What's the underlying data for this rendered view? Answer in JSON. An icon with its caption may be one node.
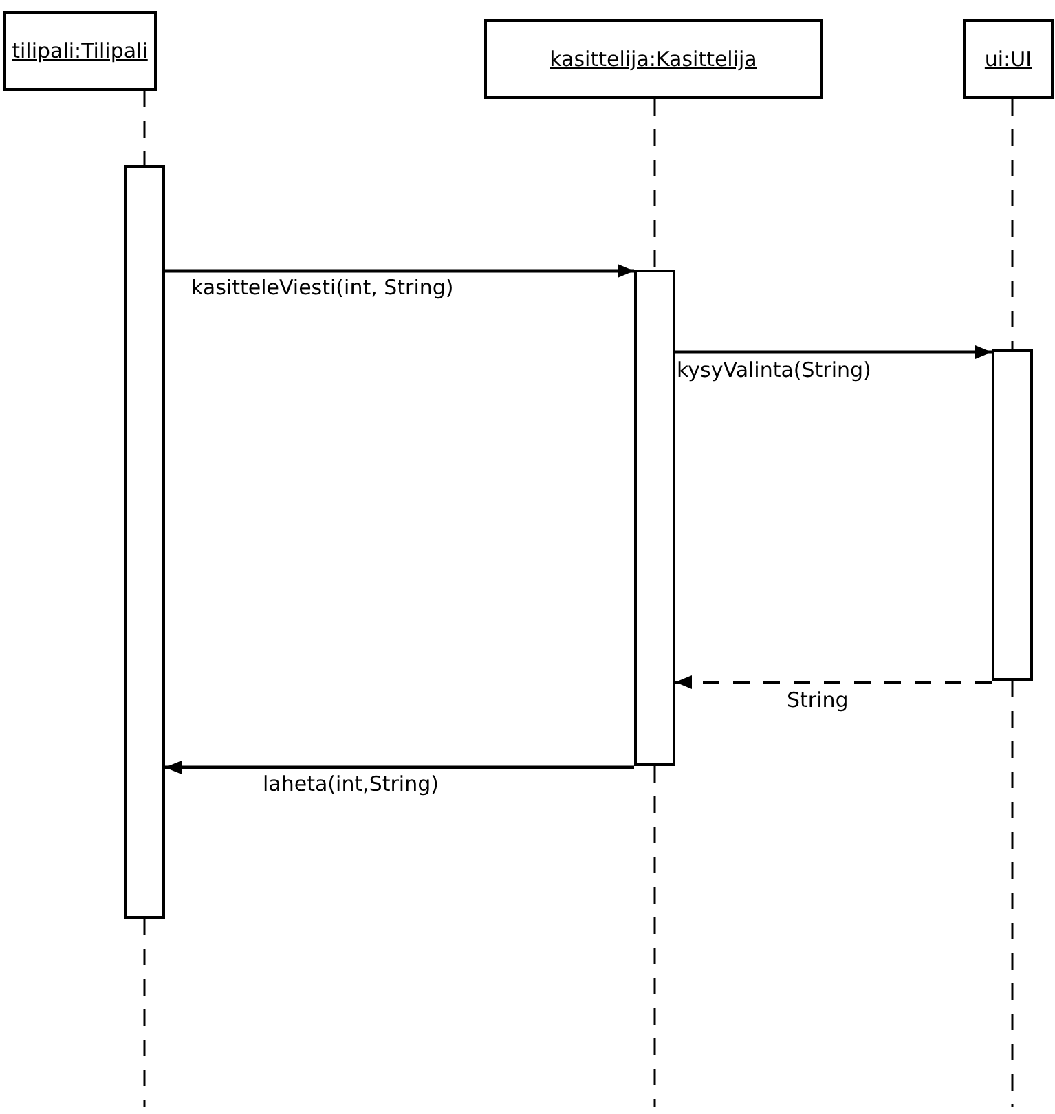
{
  "diagram": {
    "nodes": [
      {
        "text": [
          "tilipali:Tilipali"
        ]
      },
      {
        "text": [
          "kasittelija:Kasittelija"
        ]
      },
      {
        "text": [
          "ui:UI"
        ]
      },
      {
        "text": [],
        "shape": "bar"
      },
      {
        "text": [],
        "shape": "bar"
      },
      {
        "text": [],
        "shape": "bar"
      }
    ],
    "edges": [
      {
        "from": 0,
        "to": 3,
        "arrow": "none",
        "style": "dashed"
      },
      {
        "from": 1,
        "to": 4,
        "arrow": "none",
        "style": "dashed"
      },
      {
        "from": 2,
        "to": 5,
        "arrow": "none",
        "style": "dashed"
      },
      {
        "from": 3,
        "to": 4,
        "arrow": "to",
        "label": "kasitteleViesti(int, String)"
      },
      {
        "from": 4,
        "to": 5,
        "arrow": "to",
        "label": "kysyValinta(String)"
      },
      {
        "from": 5,
        "to": 4,
        "arrow": "to",
        "label": "String",
        "style": "dashed"
      },
      {
        "from": 4,
        "to": 3,
        "arrow": "to",
        "label": "laheta(int,String)"
      }
    ]
  }
}
